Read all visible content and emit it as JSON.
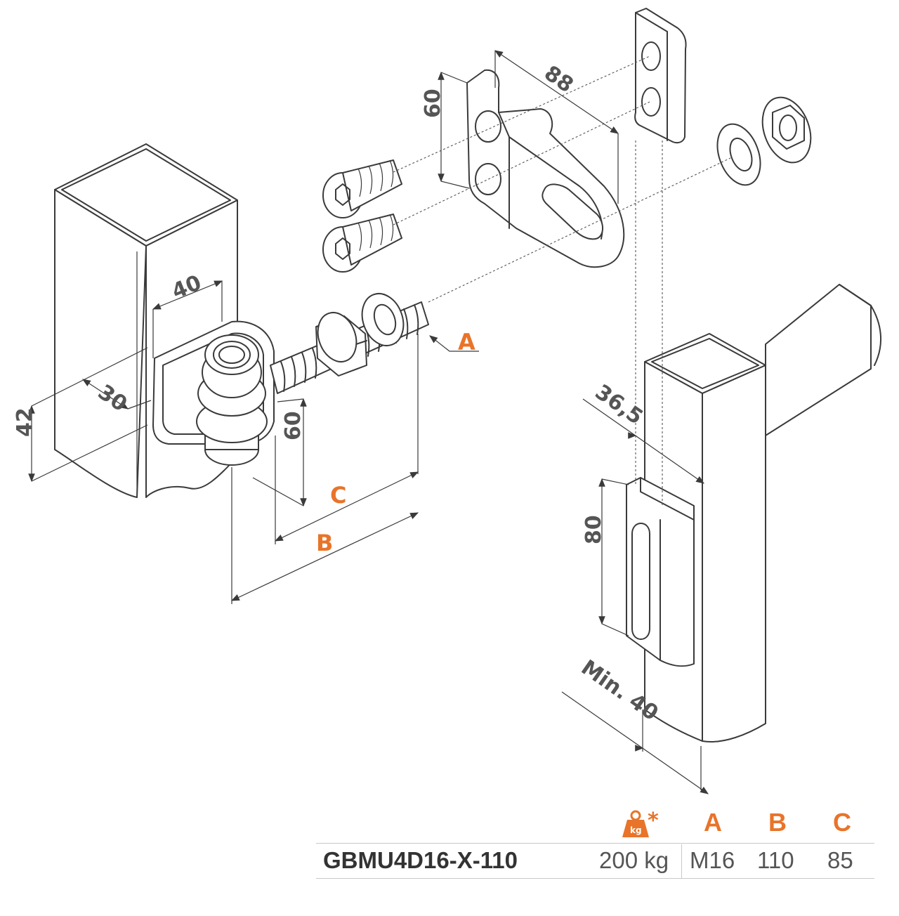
{
  "dimensions": {
    "tube_width": "40",
    "tube_depth": "30",
    "tube_height": "42",
    "pin_height": "60",
    "plate_height": "60",
    "plate_length": "88",
    "offset": "36,5",
    "slot_length": "80",
    "min_gap": "Min. 40",
    "label_a": "A",
    "label_b": "B",
    "label_c": "C"
  },
  "icons": {
    "weight": "weight-kg-icon",
    "weight_glyph": "kg",
    "weight_asterisk": "*"
  },
  "colors": {
    "accent": "#e8742a",
    "line": "#3a3a3a",
    "text": "#555555"
  },
  "table": {
    "headers": {
      "a": "A",
      "b": "B",
      "c": "C"
    },
    "rows": [
      {
        "code": "GBMU4D16-X-110",
        "load": "200 kg",
        "a": "M16",
        "b": "110",
        "c": "85"
      }
    ]
  }
}
